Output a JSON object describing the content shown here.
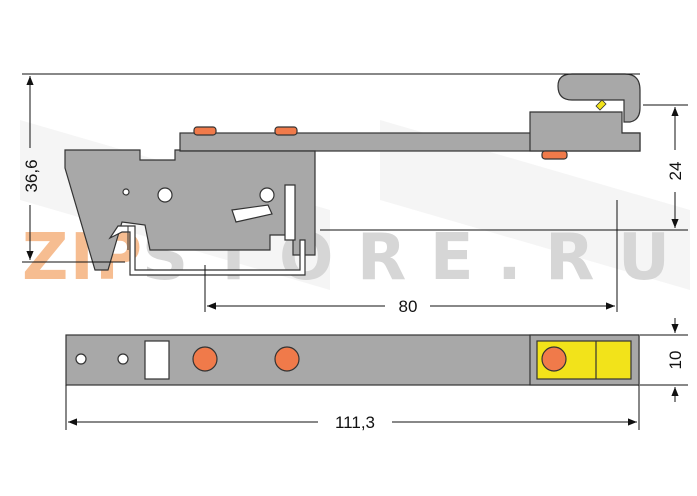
{
  "dimensions": {
    "height_overall": "36,6",
    "height_rail": "24",
    "rail_span": "80",
    "width_top": "10",
    "length_overall": "111,3"
  },
  "watermark": {
    "text": "ZIPSTORE.RU"
  },
  "colors": {
    "body_gray": "#a8a8a8",
    "outline": "#333333",
    "marker_orange": "#f07a4a",
    "latch_yellow": "#f2e31a",
    "watermark_orange": "#f5b27e",
    "watermark_gray": "#d0d0d0"
  }
}
